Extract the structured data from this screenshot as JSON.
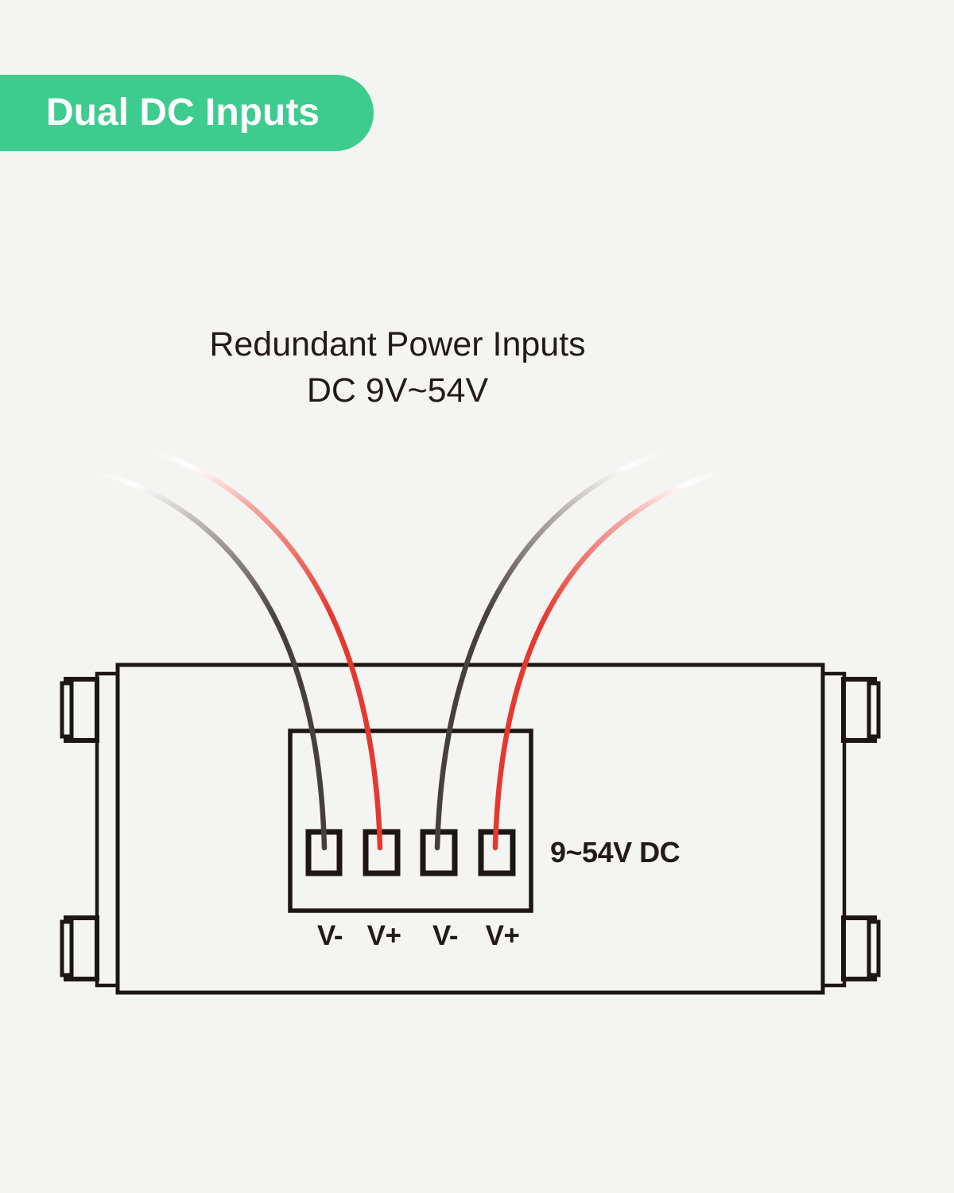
{
  "badge": {
    "label": "Dual DC Inputs"
  },
  "title": {
    "line1": "Redundant Power Inputs",
    "line2": "DC 9V~54V"
  },
  "diagram": {
    "voltage_label": "9~54V DC",
    "terminals": [
      {
        "label": "V-"
      },
      {
        "label": "V+"
      },
      {
        "label": "V-"
      },
      {
        "label": "V+"
      }
    ]
  },
  "colors": {
    "badge_bg": "#3dcc8e",
    "badge_text": "#ffffff",
    "background": "#f4f4f2",
    "outline": "#1d1713",
    "text": "#221b17",
    "wire_negative": "#46403d",
    "wire_negative_fade": "#c4bebb",
    "wire_positive": "#e6382e",
    "wire_positive_fade": "#f5aaa4"
  }
}
